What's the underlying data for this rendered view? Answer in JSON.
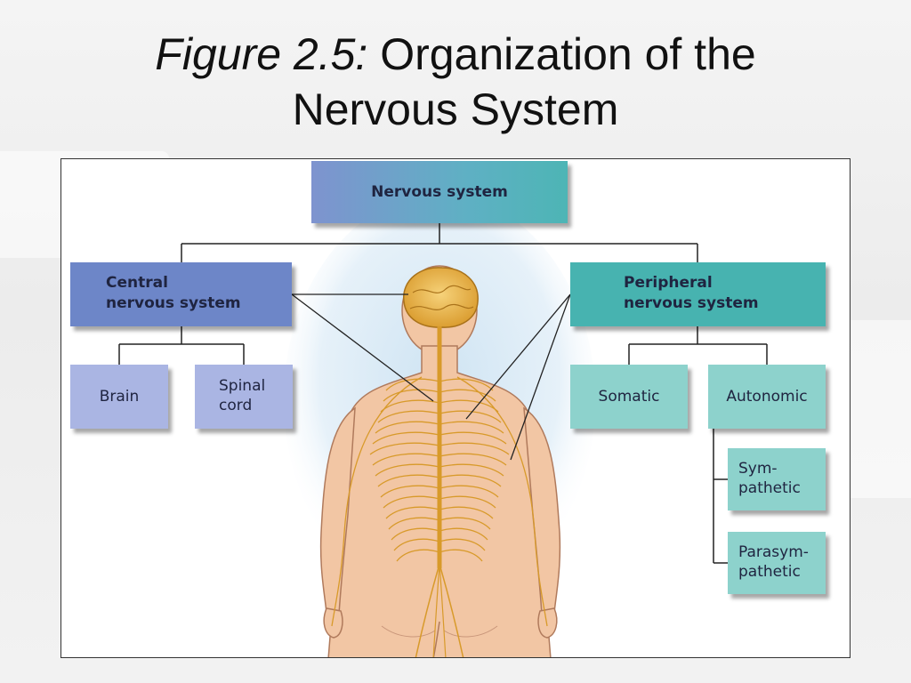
{
  "title": {
    "prefix": "Figure 2.5:",
    "line1": " Organization of the",
    "line2": "Nervous System"
  },
  "diagram": {
    "root": "Nervous system",
    "cns": {
      "line1": "Central",
      "line2": "nervous system"
    },
    "pns": {
      "line1": "Peripheral",
      "line2": "nervous system"
    },
    "brain": "Brain",
    "spinal_cord": {
      "line1": "Spinal",
      "line2": "cord"
    },
    "somatic": "Somatic",
    "autonomic": "Autonomic",
    "sympathetic": {
      "line1": "Sym-",
      "line2": "pathetic"
    },
    "parasympathetic": {
      "line1": "Parasym-",
      "line2": "pathetic"
    }
  },
  "colors": {
    "cns_box": "#6d86c8",
    "cns_sub_box": "#aab5e3",
    "pns_box": "#47b3b0",
    "pns_sub_box": "#8dd2cc",
    "nerve": "#d89a2a",
    "skin": "#f2c6a4"
  }
}
